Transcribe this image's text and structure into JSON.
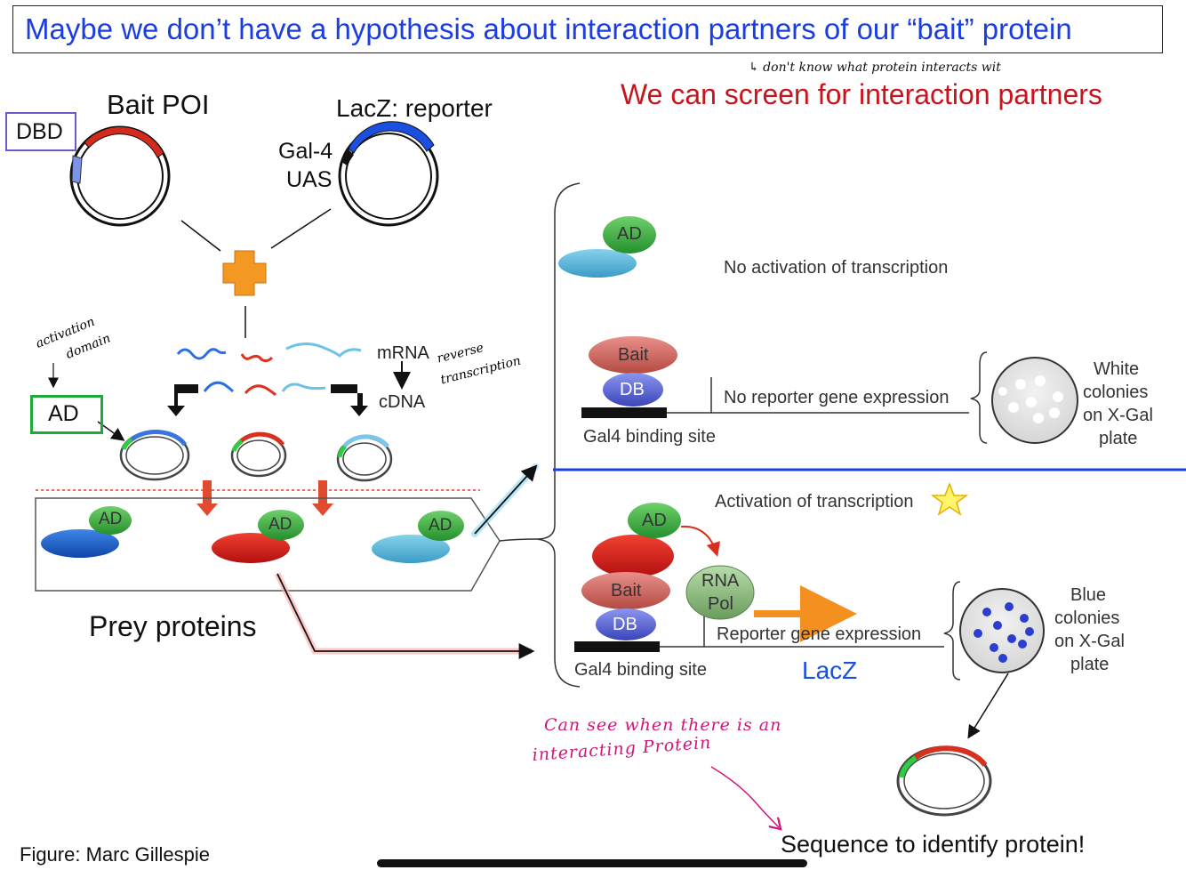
{
  "title": "Maybe we don’t have a hypothesis about interaction partners of our “bait” protein",
  "note_top": "↳ don't know what protein interacts wit",
  "screen_heading": "We can screen for interaction partners",
  "plasmids": {
    "bait_label": "Bait POI",
    "dbd_label": "DBD",
    "reporter_label": "LacZ: reporter",
    "gal4_line1": "Gal-4",
    "gal4_line2": "UAS"
  },
  "library": {
    "activation_note_line1": "activation",
    "activation_note_line2": "domain",
    "ad_box": "AD",
    "mrna": "mRNA",
    "cdna": "cDNA",
    "rt_note_line1": "reverse",
    "rt_note_line2": "transcription",
    "prey_label": "Prey proteins",
    "ad_tag": "AD"
  },
  "no_interaction": {
    "ad": "AD",
    "no_activation": "No activation of transcription",
    "bait": "Bait",
    "db": "DB",
    "no_reporter": "No reporter gene expression",
    "binding_site": "Gal4 binding site",
    "colonies": [
      "White",
      "colonies",
      "on X-Gal",
      "plate"
    ]
  },
  "interaction": {
    "ad": "AD",
    "activation": "Activation of transcription",
    "bait": "Bait",
    "db": "DB",
    "rna_pol_line1": "RNA",
    "rna_pol_line2": "Pol",
    "reporter": "Reporter gene expression",
    "binding_site": "Gal4 binding site",
    "lacz": "LacZ",
    "colonies": [
      "Blue",
      "colonies",
      "on X-Gal",
      "plate"
    ]
  },
  "note_bottom_line1": "Can see when there is an",
  "note_bottom_line2": "interacting Protein",
  "sequence": "Sequence to identify protein!",
  "credit": "Figure: Marc Gillespie",
  "colors": {
    "title_blue": "#1a3ee0",
    "heading_red": "#c8141c",
    "bait_red": "#d42a1e",
    "reporter_blue": "#1a4fe0",
    "ad_green": "#2ea43a",
    "divider_blue": "#1840e8",
    "note_magenta": "#d0167a"
  }
}
